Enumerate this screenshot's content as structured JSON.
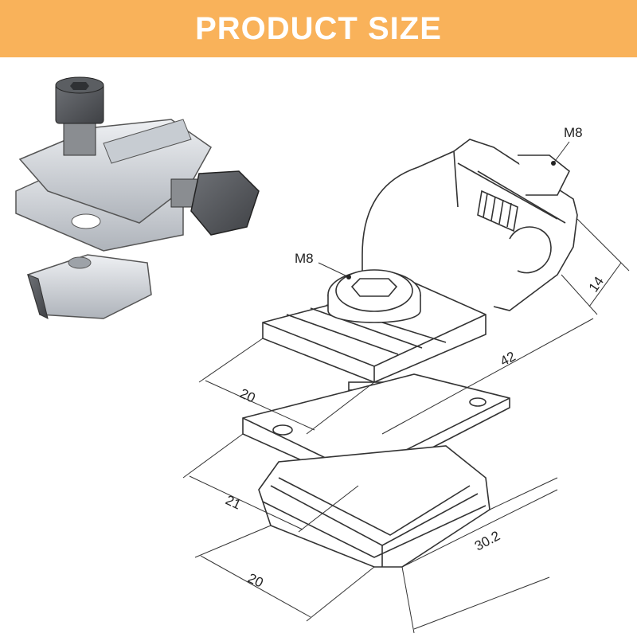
{
  "header": {
    "title": "PRODUCT SIZE"
  },
  "colors": {
    "banner": "#f9b25a",
    "line": "#333333",
    "metal": "#d6d9de",
    "bolt": "#5a5c60"
  },
  "callouts": {
    "bolt_top": "M8",
    "bolt_side": "M8"
  },
  "dimensions": {
    "clamp_height": "14",
    "clamp_length": "42",
    "clamp_width": "20",
    "plate_width": "21",
    "nut_length": "30.2",
    "nut_width": "20"
  }
}
